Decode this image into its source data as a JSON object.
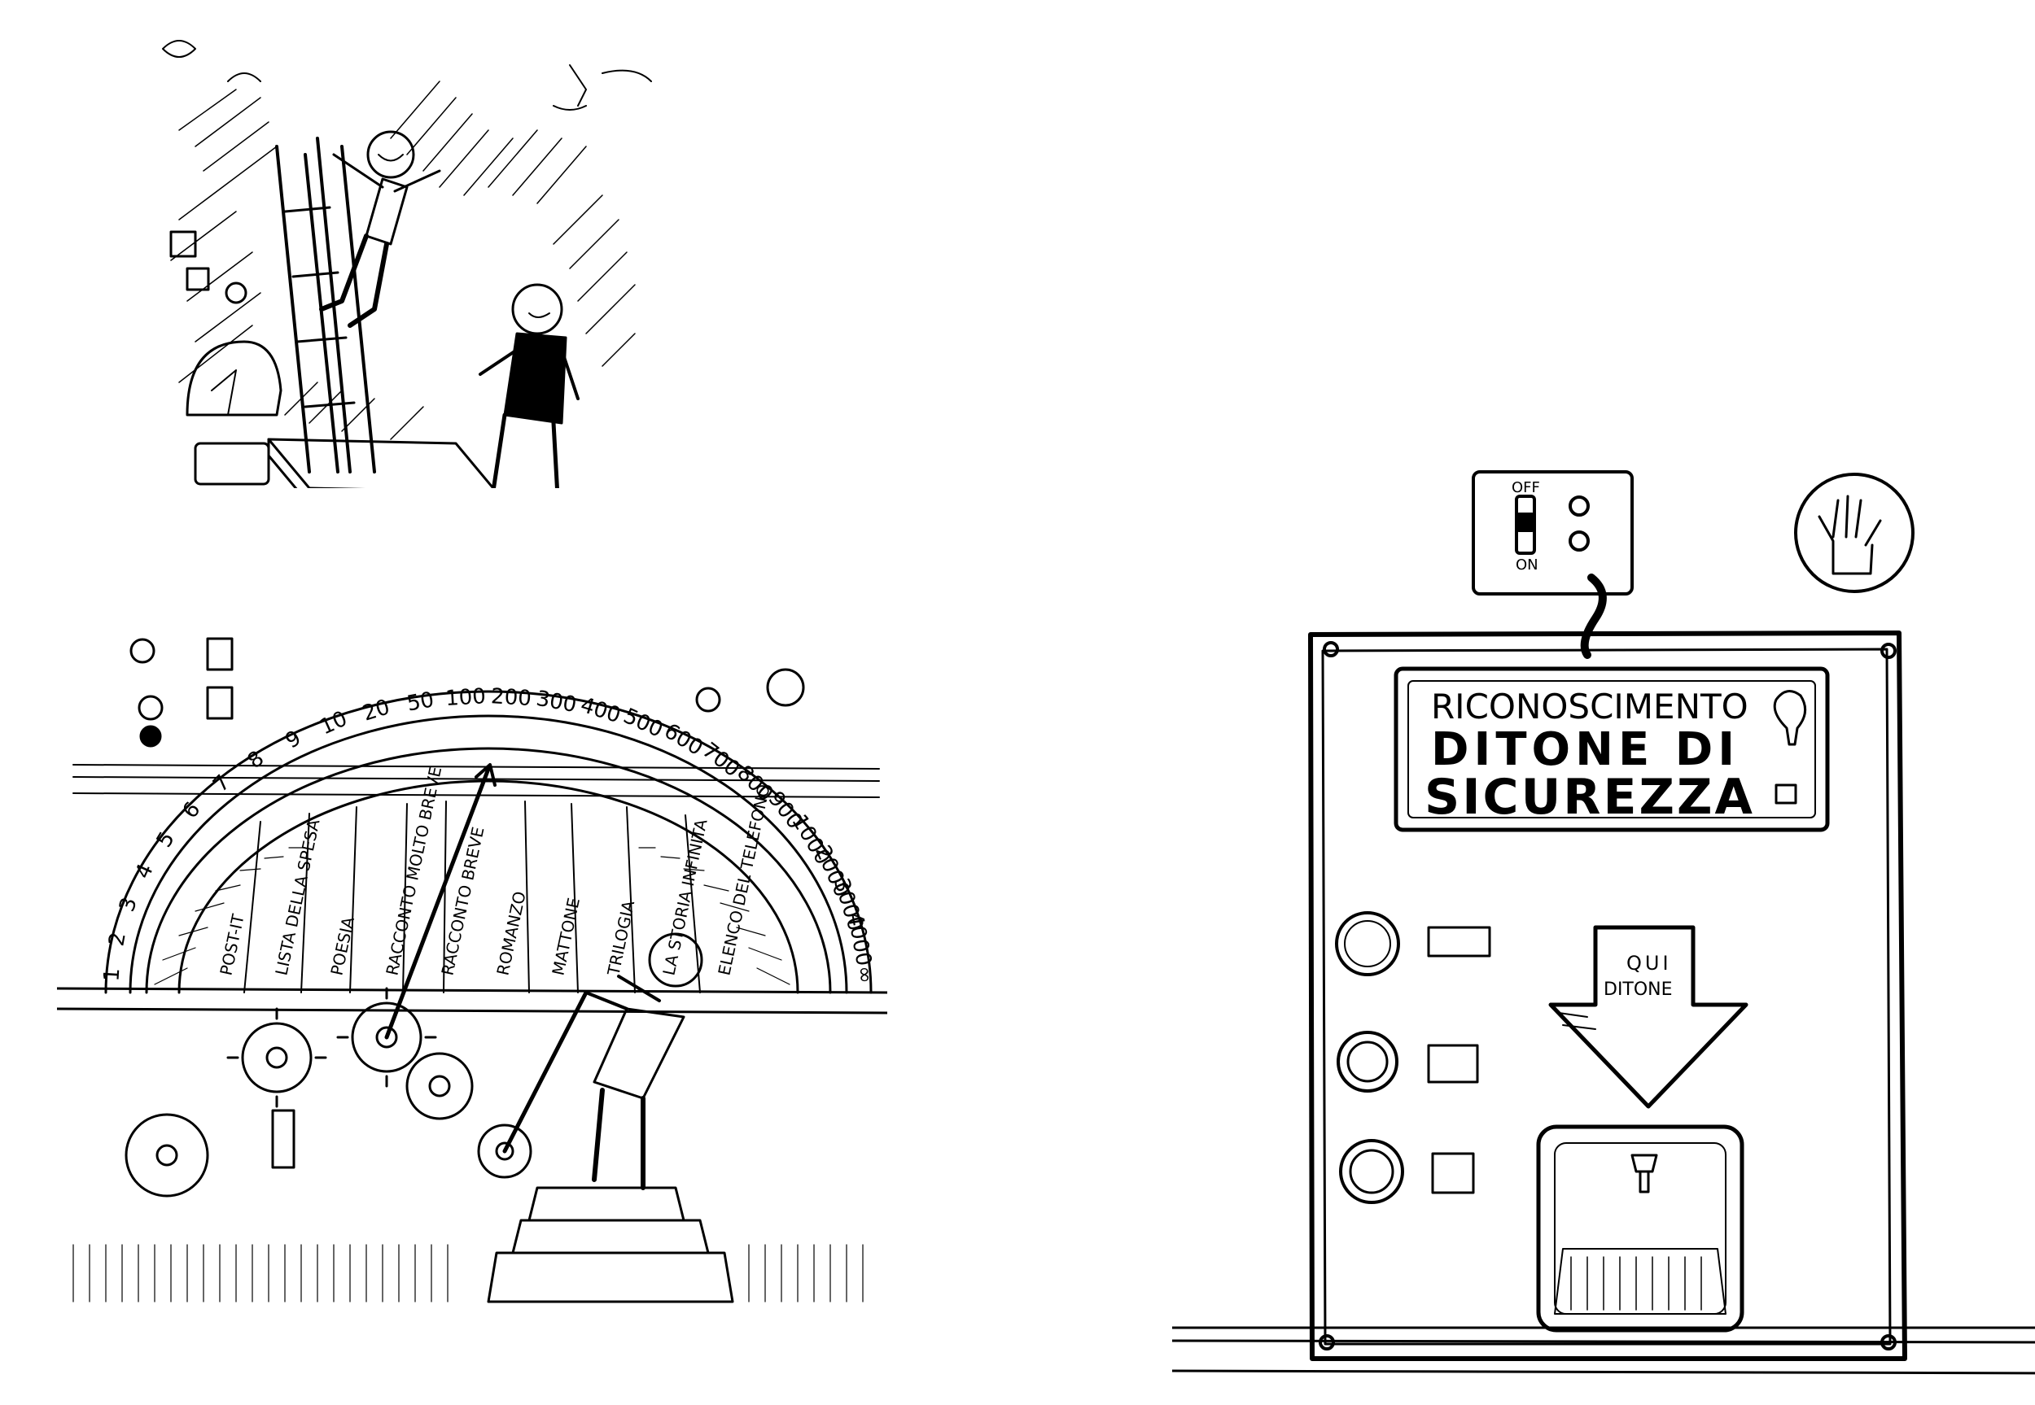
{
  "dial": {
    "numbers": [
      "1",
      "2",
      "3",
      "4",
      "5",
      "6",
      "7",
      "8",
      "9",
      "10",
      "20",
      "50",
      "100",
      "200",
      "300",
      "400",
      "500",
      "600",
      "700",
      "800",
      "900",
      "1000",
      "2000",
      "3000",
      "4000",
      "∞"
    ],
    "segments": [
      "POST-IT",
      "LISTA DELLA SPESA",
      "POESIA",
      "RACCONTO MOLTO BREVE",
      "RACCONTO BREVE",
      "ROMANZO",
      "MATTONE",
      "TRILOGIA",
      "LA STORIA INFINITA",
      "ELENCO DEL TELEFONO"
    ]
  },
  "panel": {
    "title_line1": "RICONOSCIMENTO",
    "title_line2": "DITONE DI",
    "title_line3": "SICUREZZA",
    "arrow_line1": "QUI",
    "arrow_line2": "DITONE"
  },
  "switchbox": {
    "off_label": "OFF",
    "on_label": "ON"
  }
}
